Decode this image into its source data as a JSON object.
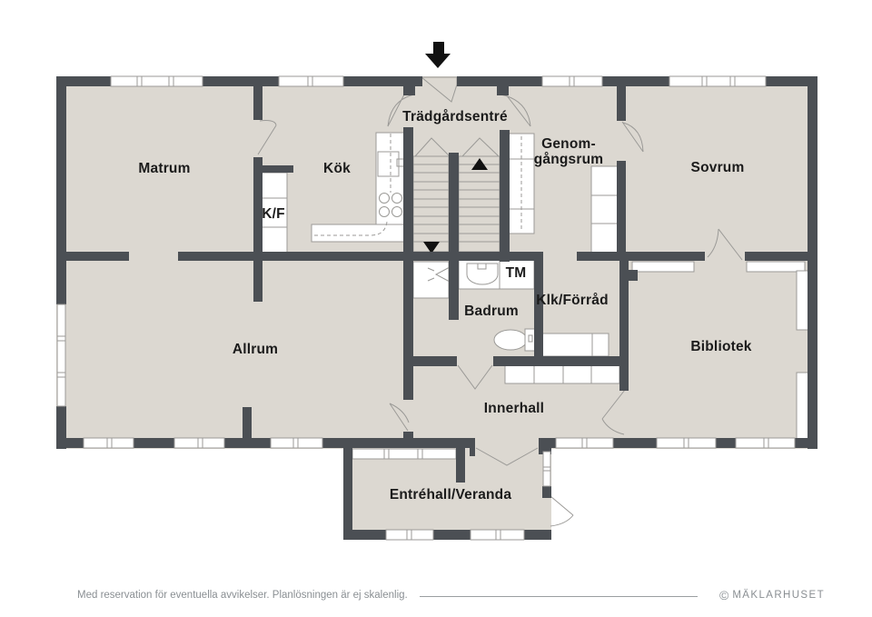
{
  "rooms": {
    "tradgardsentre": "Trädgårdsentré",
    "genomgangsrum_line1": "Genom-",
    "genomgangsrum_line2": "gångsrum",
    "matrum": "Matrum",
    "kok": "Kök",
    "sovrum": "Sovrum",
    "kf": "K/F",
    "tm": "TM",
    "badrum": "Badrum",
    "klk_forrad": "Klk/Förråd",
    "allrum": "Allrum",
    "bibliotek": "Bibliotek",
    "innerhall": "Innerhall",
    "entrehall_veranda": "Entréhall/Veranda"
  },
  "footer": {
    "disclaimer": "Med reservation för eventuella avvikelser. Planlösningen är ej skalenlig.",
    "copyright": "©",
    "brand": "MÄKLARHUSET"
  },
  "colors": {
    "wall": "#4b4f54",
    "floor": "#dcd8d1",
    "outline": "#9b9a97",
    "label": "#1b1b1b",
    "footer": "#8a8f93"
  }
}
